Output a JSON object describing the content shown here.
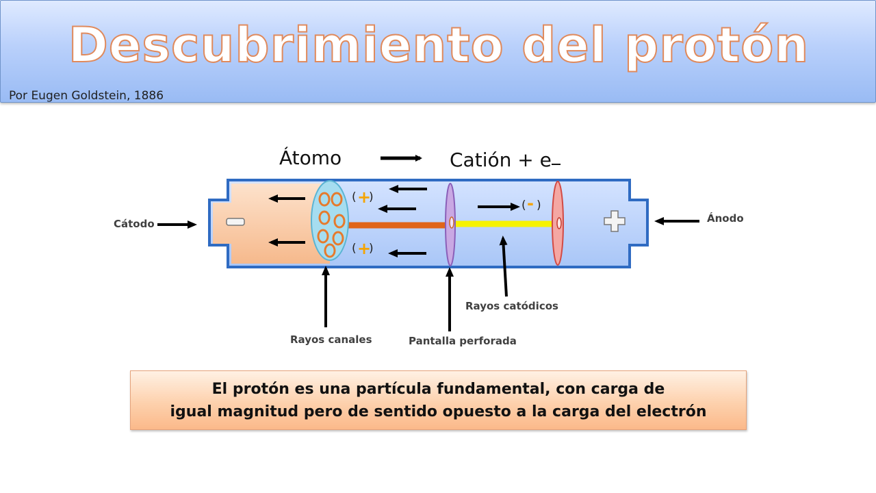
{
  "header": {
    "title": "Descubrimiento del protón",
    "subtitle": "Por Eugen Goldstein, 1886"
  },
  "equation": {
    "left": "Átomo",
    "right": "Catión + e"
  },
  "diagram": {
    "labels": {
      "cathode": "Cátodo",
      "anode": "Ánodo",
      "canal_rays": "Rayos canales",
      "perforated_screen": "Pantalla perforada",
      "cathode_rays": "Rayos catódicos"
    },
    "charges": {
      "positive": "+",
      "negative": "-"
    }
  },
  "info": {
    "line1": "El protón es una partícula fundamental, con carga de",
    "line2": "igual magnitud pero de sentido opuesto a la carga del electrón"
  },
  "colors": {
    "header_top": "#dfeaff",
    "header_bottom": "#99bbf4",
    "title_outline": "#e08a5c",
    "tube_fill": "#b9d0fb",
    "cathode_region": "#f9c9a3",
    "canal_ray": "#e0651a",
    "cathode_ray": "#f6f200",
    "positive_charge": "#f5a400"
  }
}
